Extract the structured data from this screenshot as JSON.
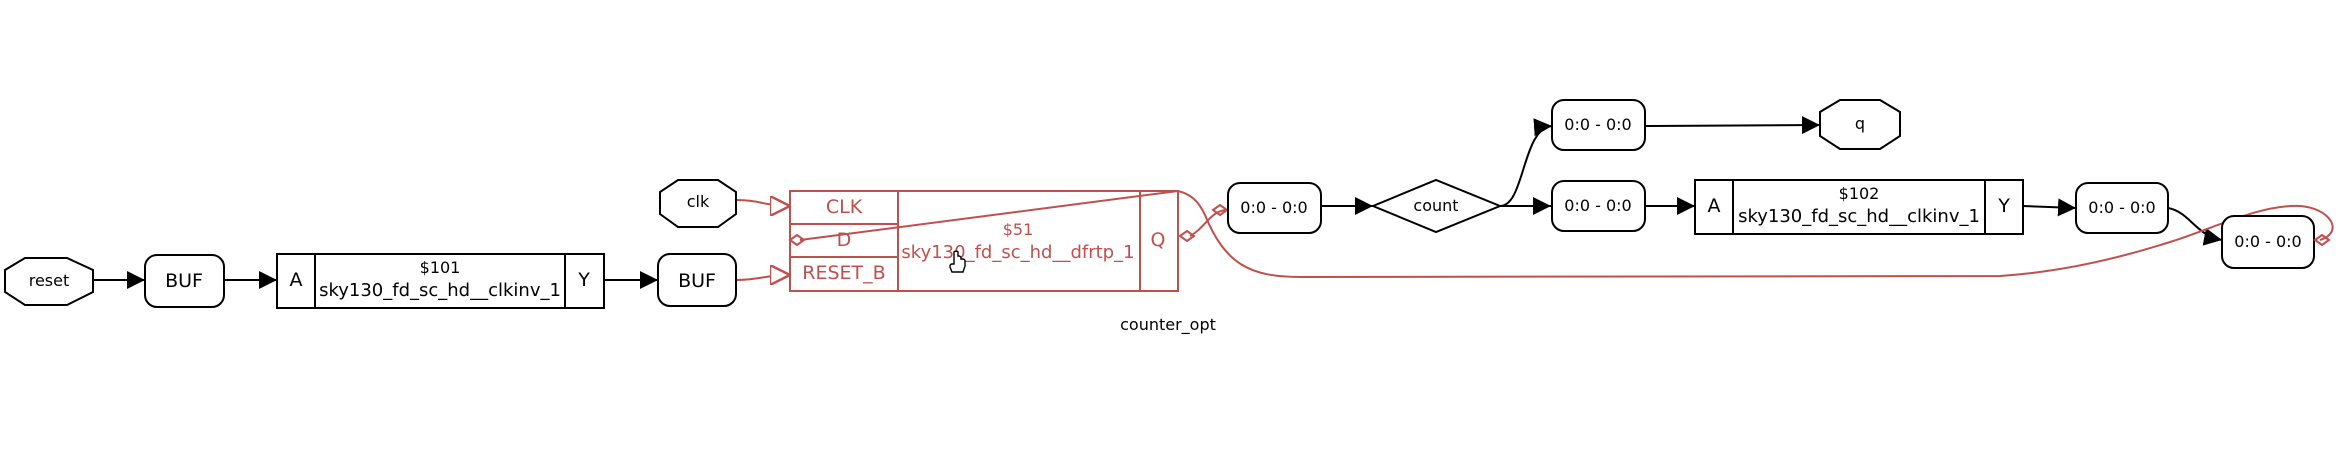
{
  "diagram": {
    "title": "counter_opt",
    "ports": {
      "reset": "reset",
      "clk": "clk",
      "q": "q"
    },
    "buffers": {
      "buf1": "BUF",
      "buf2": "BUF"
    },
    "cell_101": {
      "id": "$101",
      "type": "sky130_fd_sc_hd__clkinv_1",
      "pin_in": "A",
      "pin_out": "Y"
    },
    "cell_51": {
      "id": "$51",
      "type": "sky130_fd_sc_hd__dfrtp_1",
      "pin_clk": "CLK",
      "pin_d": "D",
      "pin_reset": "RESET_B",
      "pin_q": "Q"
    },
    "cell_102": {
      "id": "$102",
      "type": "sky130_fd_sc_hd__clkinv_1",
      "pin_in": "A",
      "pin_out": "Y"
    },
    "split_dff_q": "0:0 - 0:0",
    "net_count": "count",
    "split_top": "0:0 - 0:0",
    "split_mid": "0:0 - 0:0",
    "split_inv_out": "0:0 - 0:0",
    "split_feedback": "0:0 - 0:0",
    "colors": {
      "highlight": "#c0504d",
      "line": "#000000"
    }
  }
}
